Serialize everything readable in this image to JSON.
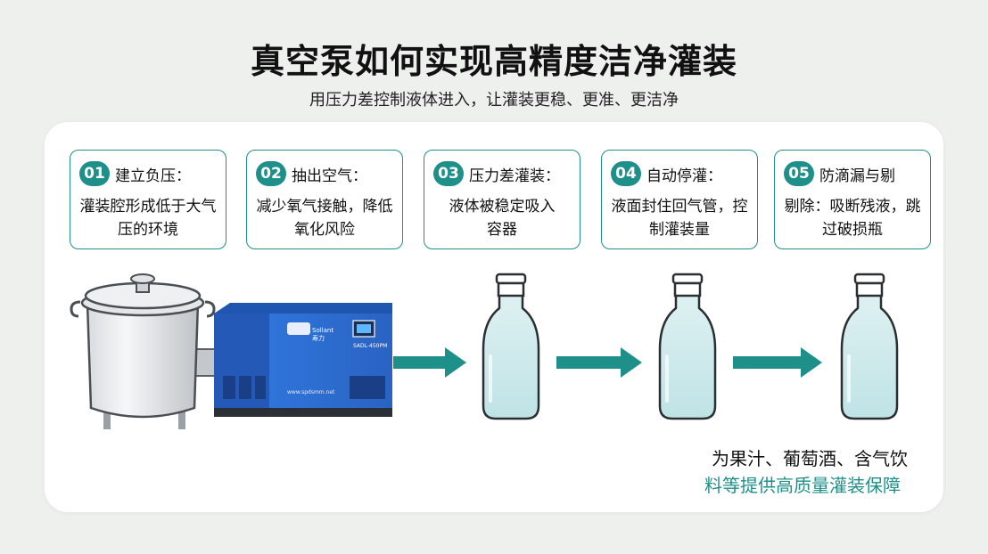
{
  "title": "真空泵如何实现高精度洁净灌装",
  "subtitle": "用压力差控制液体进入，让灌装更稳、更准、更洁净",
  "steps": [
    {
      "num": "01",
      "title": "建立负压：",
      "body": "灌装腔形成低于大气压的环境"
    },
    {
      "num": "02",
      "title": "抽出空气：",
      "body": "减少氧气接触，降低氧化风险"
    },
    {
      "num": "03",
      "title": "压力差灌装：",
      "body": "液体被稳定吸入容器"
    },
    {
      "num": "04",
      "title": "自动停灌：",
      "body": "液面封住回气管，控制灌装量"
    },
    {
      "num": "05",
      "title": "防滴漏与剔",
      "body": "剔除：吸断残液，跳过破损瓶"
    }
  ],
  "pump": {
    "brand": "Sollant",
    "brand_cn": "寿力",
    "model": "SADL-450PM",
    "website": "www.spdsmm.net"
  },
  "caption": {
    "line1": "为果汁、葡萄酒、含气饮",
    "line2": "料等提供高质量灌装保障"
  },
  "colors": {
    "accent": "#1f8f8a",
    "pump_blue": "#2e6fd6",
    "bottle_liquid": "#cfe9ea"
  }
}
